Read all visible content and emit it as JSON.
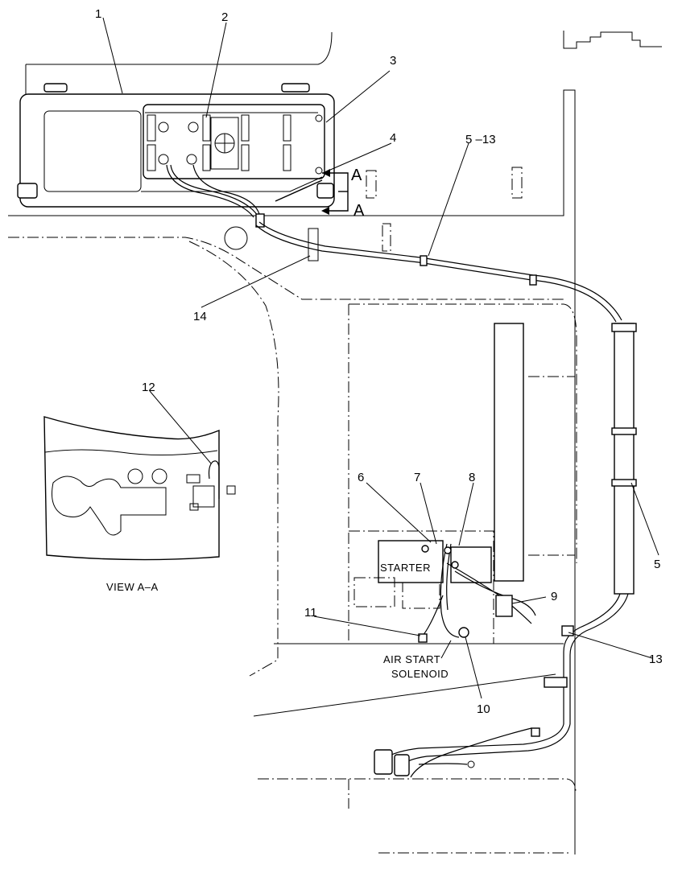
{
  "callouts": {
    "c1": "1",
    "c2": "2",
    "c3": "3",
    "c4": "4",
    "c5_13": "5 –13",
    "c5": "5",
    "c6": "6",
    "c7": "7",
    "c8": "8",
    "c9": "9",
    "c10": "10",
    "c11": "11",
    "c12": "12",
    "c13": "13",
    "c14": "14"
  },
  "labels": {
    "starter": "STARTER",
    "air_start_line1": "AIR START",
    "air_start_line2": "SOLENOID",
    "view_caption": "VIEW A–A",
    "section_a_top": "A",
    "section_a_bottom": "A"
  }
}
